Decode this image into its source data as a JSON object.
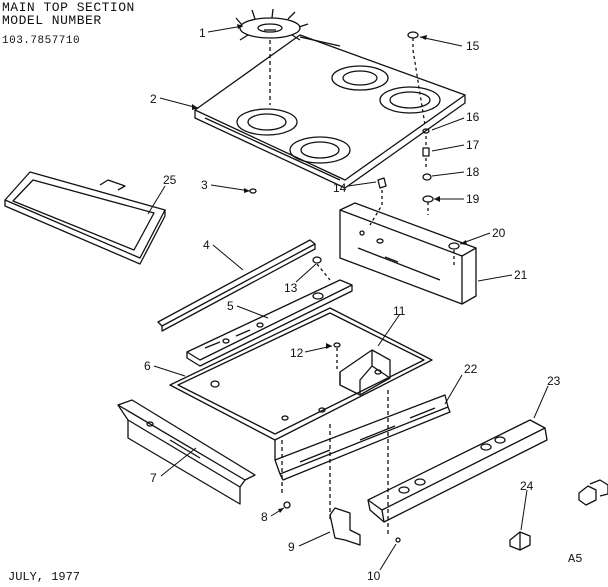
{
  "header": {
    "line1": "MAIN TOP SECTION",
    "line2": "MODEL NUMBER",
    "line3": "103.7857710"
  },
  "footer": {
    "date": "JULY, 1977",
    "code": "A5"
  },
  "callouts": [
    "1",
    "2",
    "3",
    "4",
    "5",
    "6",
    "7",
    "8",
    "9",
    "10",
    "11",
    "12",
    "13",
    "14",
    "15",
    "16",
    "17",
    "18",
    "19",
    "20",
    "21",
    "22",
    "23",
    "24",
    "25"
  ]
}
